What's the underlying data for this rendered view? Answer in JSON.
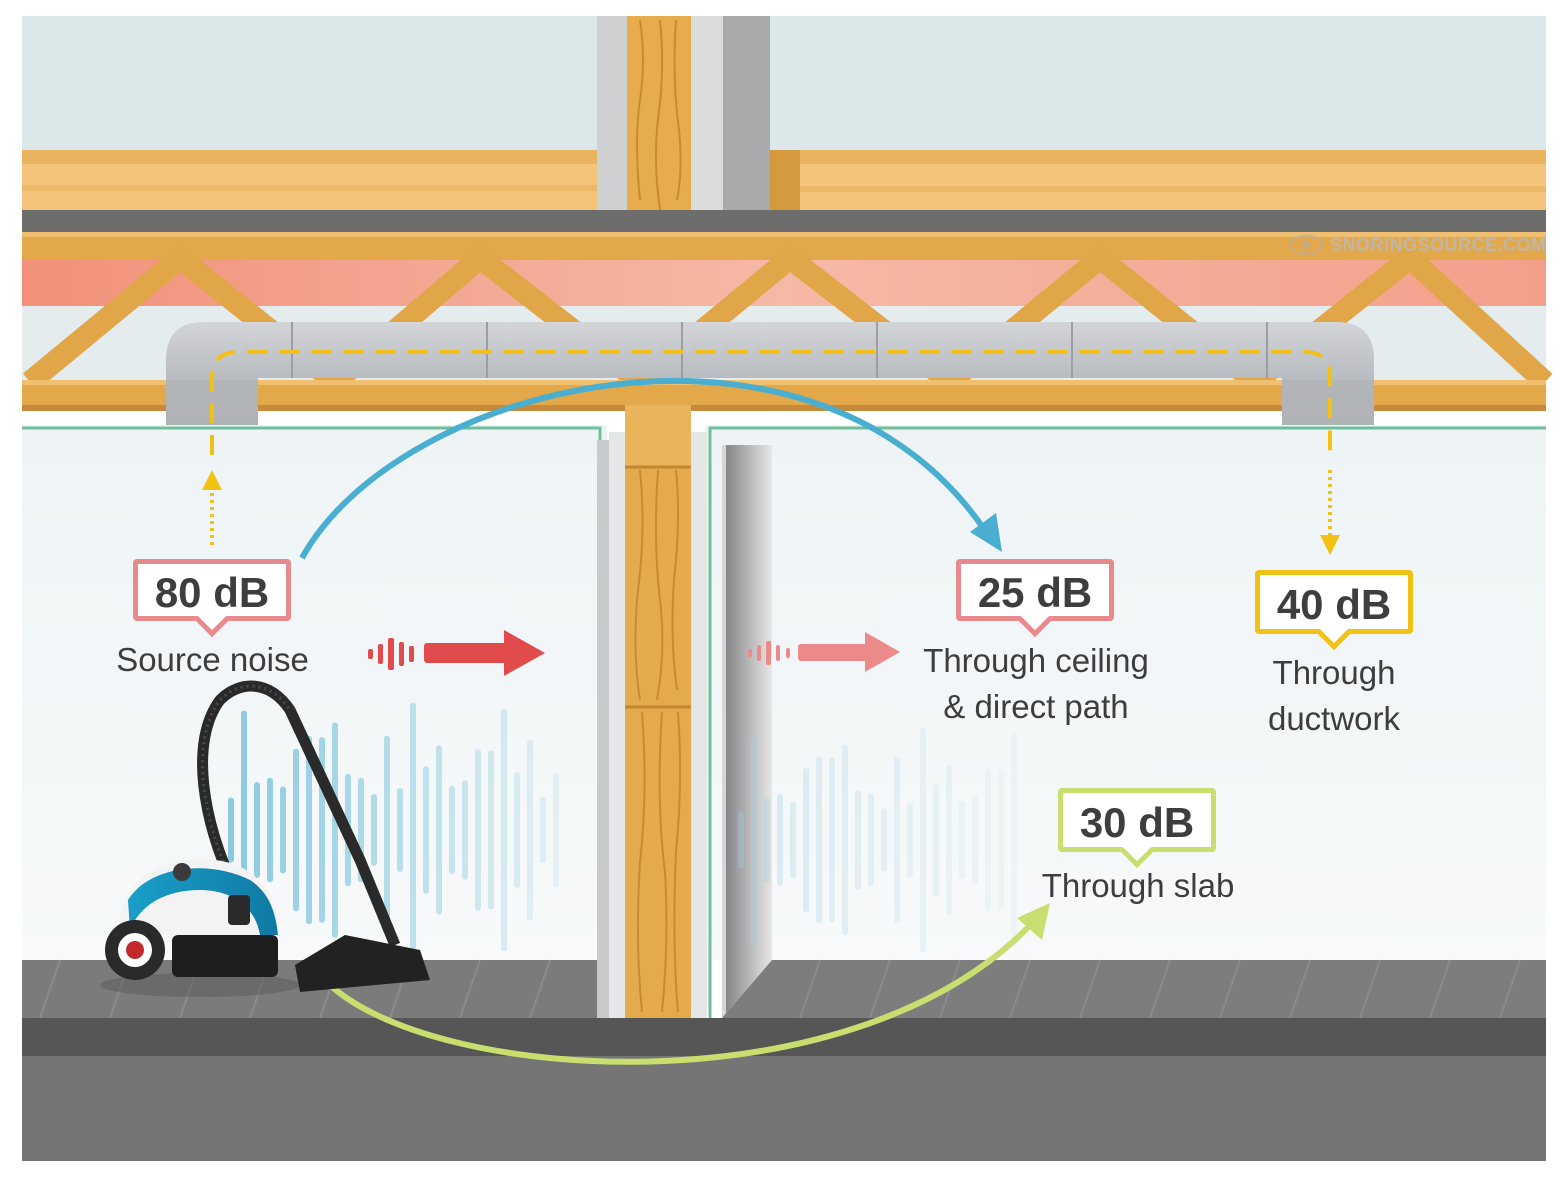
{
  "labels": {
    "source": {
      "value": "80 dB",
      "caption": "Source noise"
    },
    "ceiling": {
      "value": "25 dB",
      "caption_line1": "Through ceiling",
      "caption_line2": "& direct path"
    },
    "ductwork": {
      "value": "40 dB",
      "caption_line1": "Through",
      "caption_line2": "ductwork"
    },
    "slab": {
      "value": "30 dB",
      "caption": "Through slab"
    }
  },
  "watermark": "SNORINGSOURCE.COM",
  "colors": {
    "ceiling_path": "#4aaed0",
    "duct_path": "#f3c114",
    "slab_path": "#c8de6e",
    "source_arrow": "#e24b4b",
    "transmitted_arrow": "#ec8a8a",
    "wood": "#e3ab4c",
    "floor": "#6f6f6f"
  },
  "icons": [
    "vacuum-cleaner-icon",
    "sound-wave-icon",
    "watermark-eye-icon"
  ]
}
